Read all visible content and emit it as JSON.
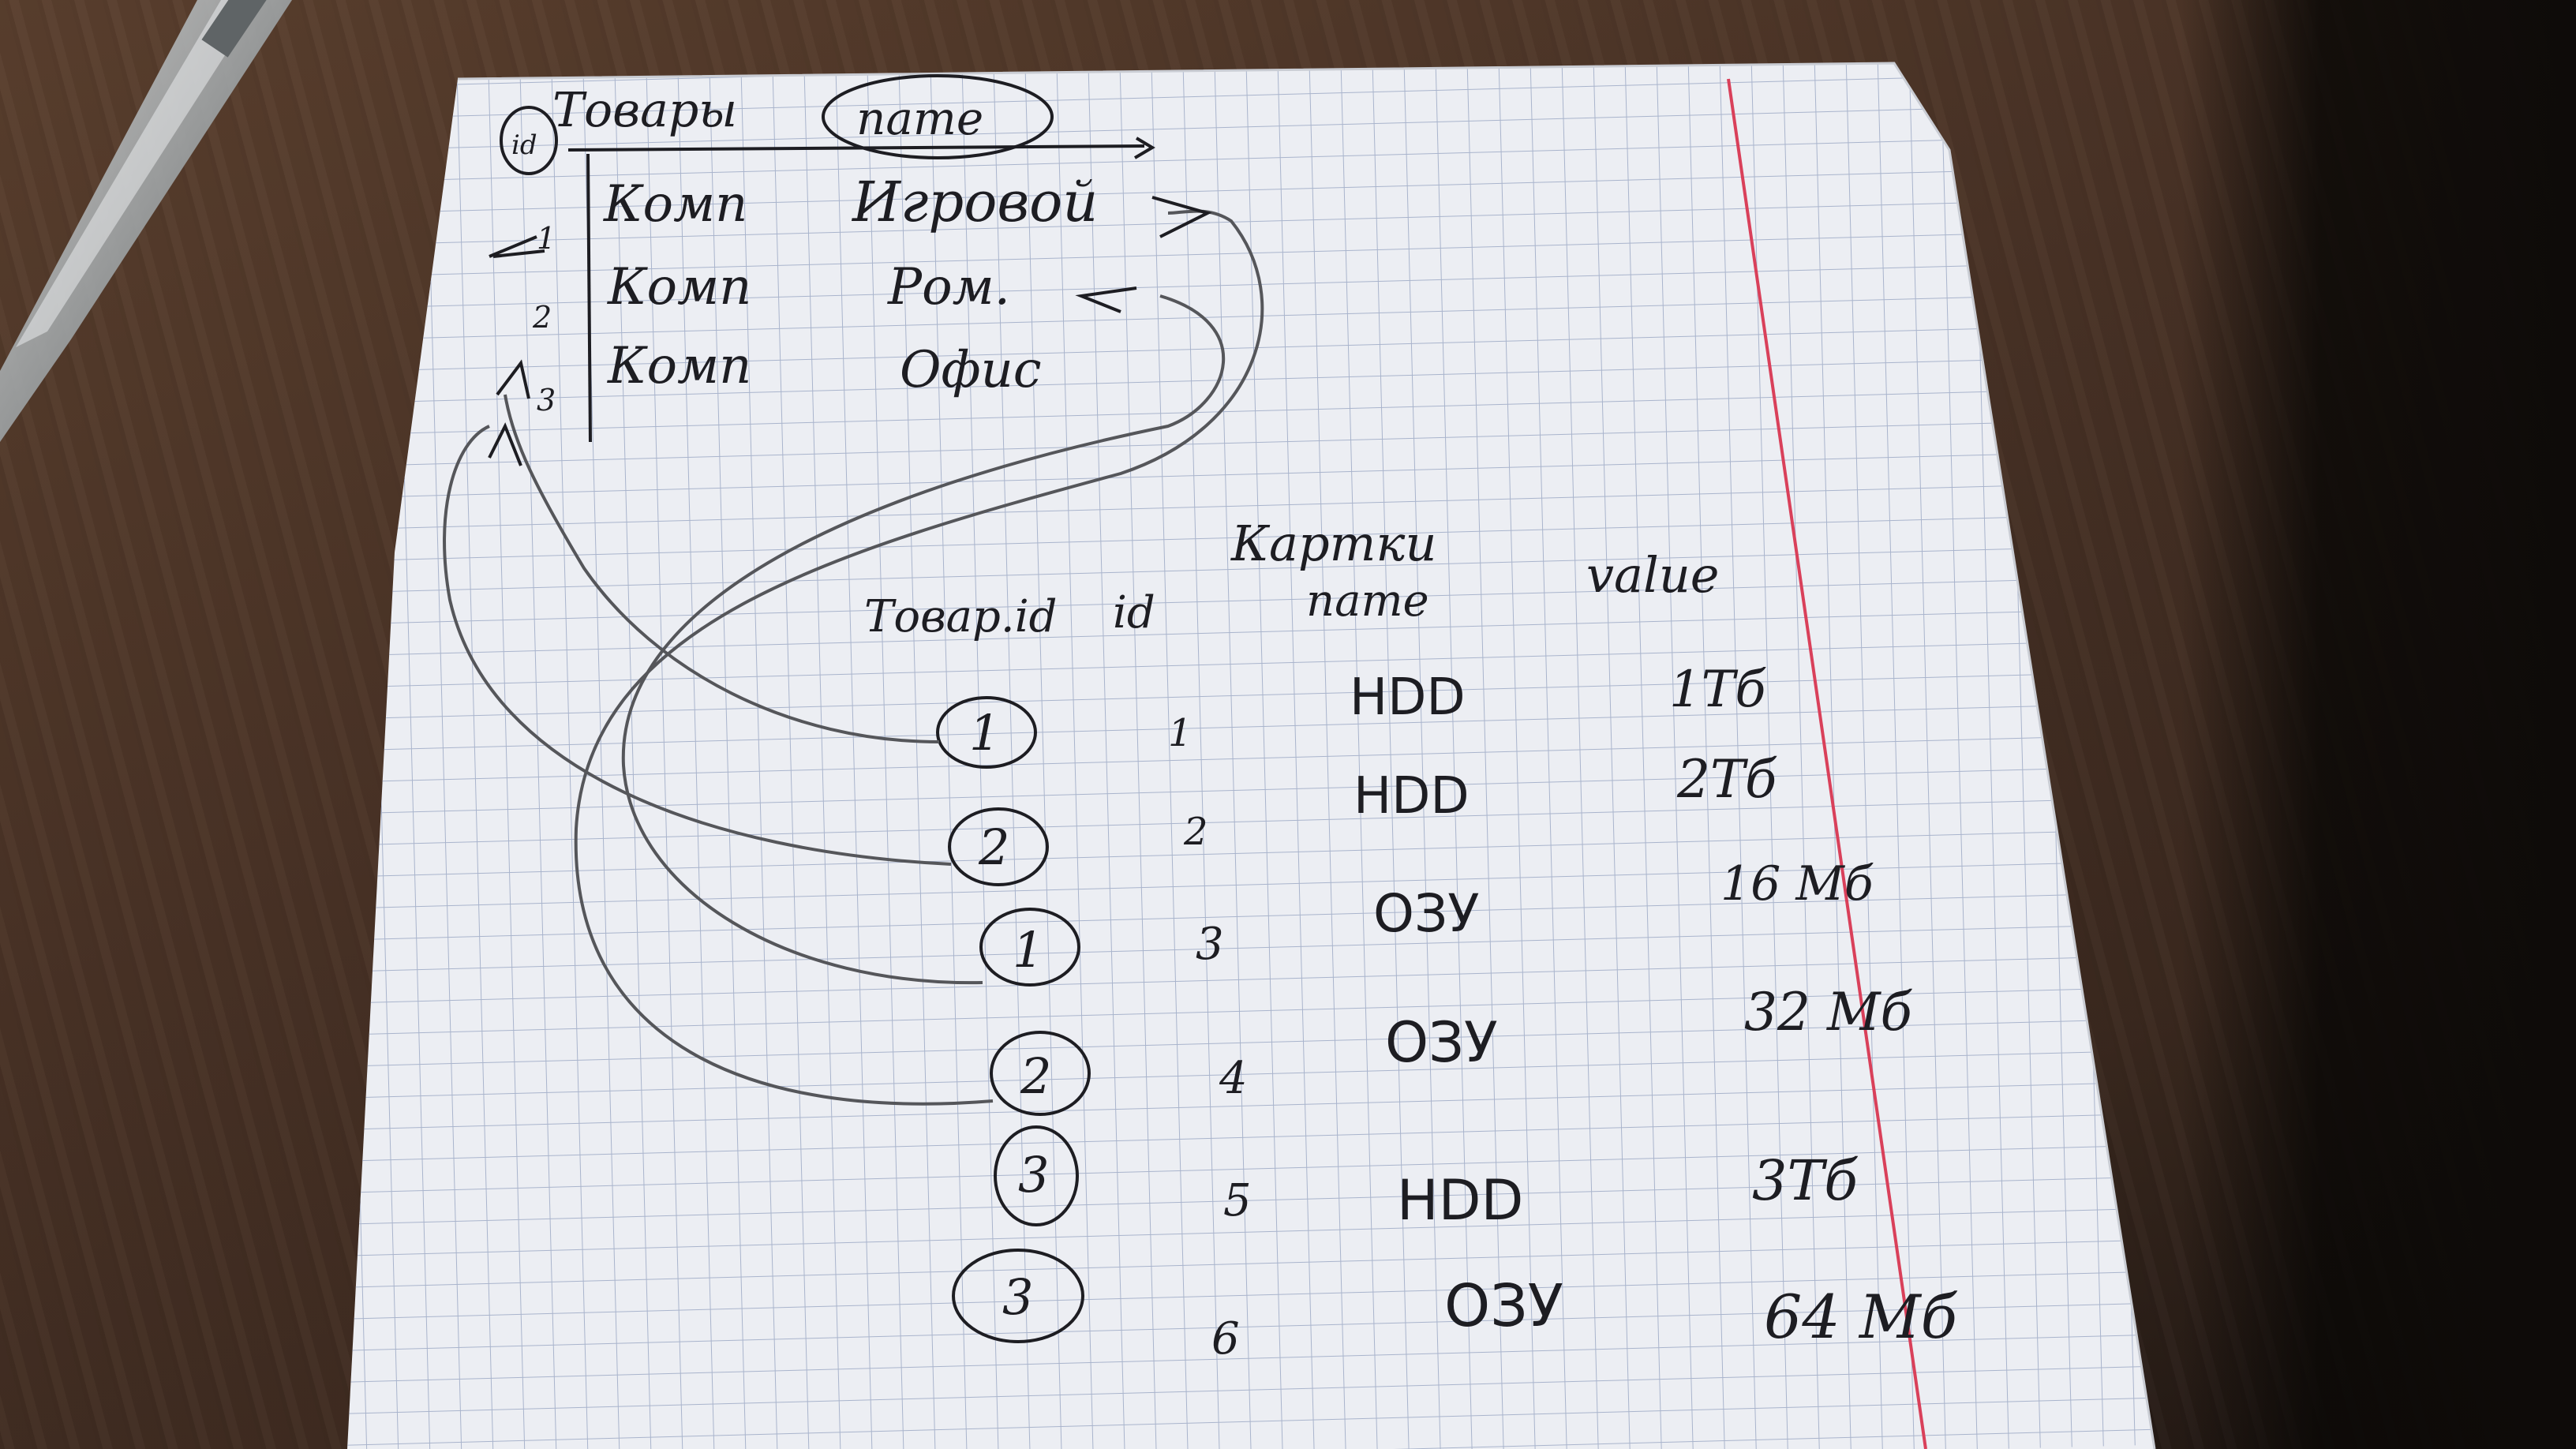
{
  "top_table": {
    "id_header": "id",
    "title": "Товары",
    "name_header": "name",
    "rows": [
      {
        "id": "1",
        "type": "Комп",
        "name": "Игровой"
      },
      {
        "id": "2",
        "type": "Комп",
        "name": "Ром."
      },
      {
        "id": "3",
        "type": "Комп",
        "name": "Офис"
      }
    ]
  },
  "bottom_table": {
    "title": "Картки",
    "col_fk": "Товар.id",
    "col_id": "id",
    "col_name": "name",
    "col_value": "value",
    "rows": [
      {
        "fk": "1",
        "id": "1",
        "name": "HDD",
        "value": "1Тб"
      },
      {
        "fk": "2",
        "id": "2",
        "name": "HDD",
        "value": "2Тб"
      },
      {
        "fk": "1",
        "id": "3",
        "name": "ОЗУ",
        "value": "16 Мб"
      },
      {
        "fk": "2",
        "id": "4",
        "name": "ОЗУ",
        "value": "32 Мб"
      },
      {
        "fk": "3",
        "id": "5",
        "name": "HDD",
        "value": "3Тб"
      },
      {
        "fk": "3",
        "id": "6",
        "name": "ОЗУ",
        "value": "64 Мб"
      }
    ]
  },
  "colors": {
    "ink": "#1d1d22",
    "paper": "#eceef3",
    "grid": "#a9b4cc",
    "margin_line": "#d9405a",
    "binding": "#8fd0a4",
    "desk": "#4a3326"
  }
}
